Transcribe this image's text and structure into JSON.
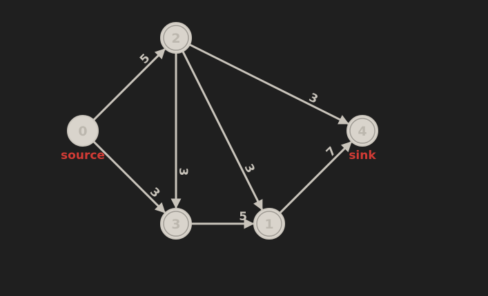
{
  "graph": {
    "nodes": [
      {
        "id": "0",
        "label": "0",
        "role": "source",
        "style": "single"
      },
      {
        "id": "2",
        "label": "2",
        "role": "",
        "style": "double"
      },
      {
        "id": "3",
        "label": "3",
        "role": "",
        "style": "double"
      },
      {
        "id": "1",
        "label": "1",
        "role": "",
        "style": "double"
      },
      {
        "id": "4",
        "label": "4",
        "role": "sink",
        "style": "double"
      }
    ],
    "edges": [
      {
        "from": "0",
        "to": "2",
        "weight": "5"
      },
      {
        "from": "0",
        "to": "3",
        "weight": "3"
      },
      {
        "from": "2",
        "to": "3",
        "weight": "3"
      },
      {
        "from": "2",
        "to": "1",
        "weight": "3"
      },
      {
        "from": "2",
        "to": "4",
        "weight": "3"
      },
      {
        "from": "3",
        "to": "1",
        "weight": "5"
      },
      {
        "from": "1",
        "to": "4",
        "weight": "7"
      }
    ]
  },
  "colors": {
    "background": "#1f1f1f",
    "edge": "#c9c4bb",
    "node_fill": "#d9d4cc",
    "node_text": "#bcb7ae",
    "role_text": "#d23b35"
  }
}
